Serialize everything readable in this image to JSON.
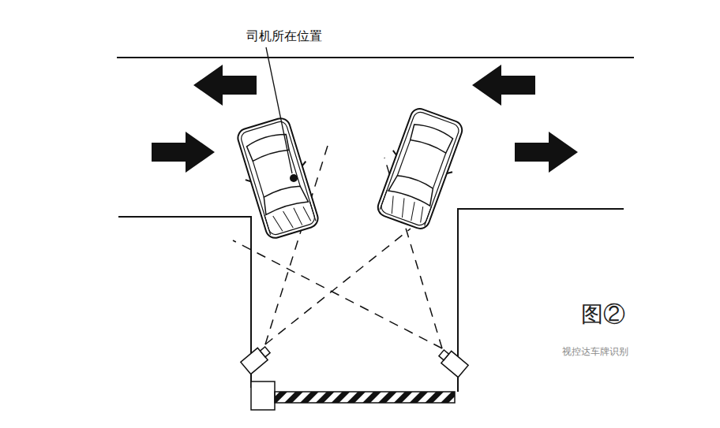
{
  "diagram": {
    "labels": [
      "司机所在位置",
      "图②",
      "视控达车牌识别"
    ]
  }
}
